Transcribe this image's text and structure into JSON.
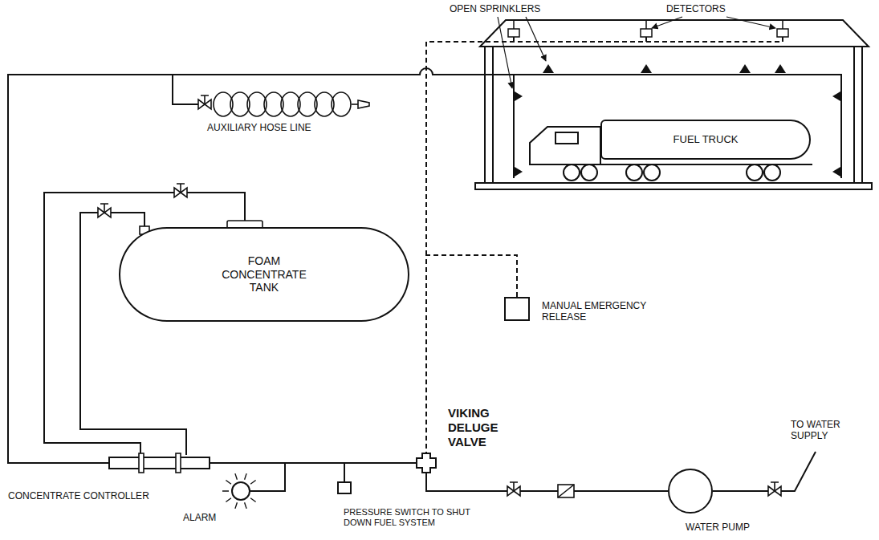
{
  "diagram": {
    "nodes": [
      {
        "text": [
          "FUEL TRUCK"
        ]
      },
      {
        "text": [
          "FOAM CONCENTRATE TANK"
        ]
      },
      {
        "text": [
          "MANUAL EMERGENCY RELEASE"
        ]
      },
      {
        "text": [
          "VIKING DELUGE VALVE"
        ]
      },
      {
        "text": [
          "CONCENTRATE CONTROLLER"
        ]
      },
      {
        "text": [
          "WATER PUMP"
        ]
      },
      {
        "text": [
          "PRESSURE SWITCH TO SHUT DOWN FUEL SYSTEM"
        ]
      },
      {
        "text": [
          "ALARM"
        ]
      }
    ],
    "edges": [
      {
        "from": 2,
        "to": 3,
        "arrow": "none"
      },
      {
        "from": 5,
        "to": 3,
        "arrow": "none"
      },
      {
        "from": 3,
        "to": 4,
        "arrow": "none"
      },
      {
        "from": 4,
        "to": 1,
        "arrow": "none"
      },
      {
        "from": 4,
        "to": 1,
        "arrow": "none"
      }
    ],
    "labels": [
      "OPEN SPRINKLERS",
      "DETECTORS",
      "AUXILIARY HOSE LINE",
      "TO WATER SUPPLY"
    ]
  }
}
